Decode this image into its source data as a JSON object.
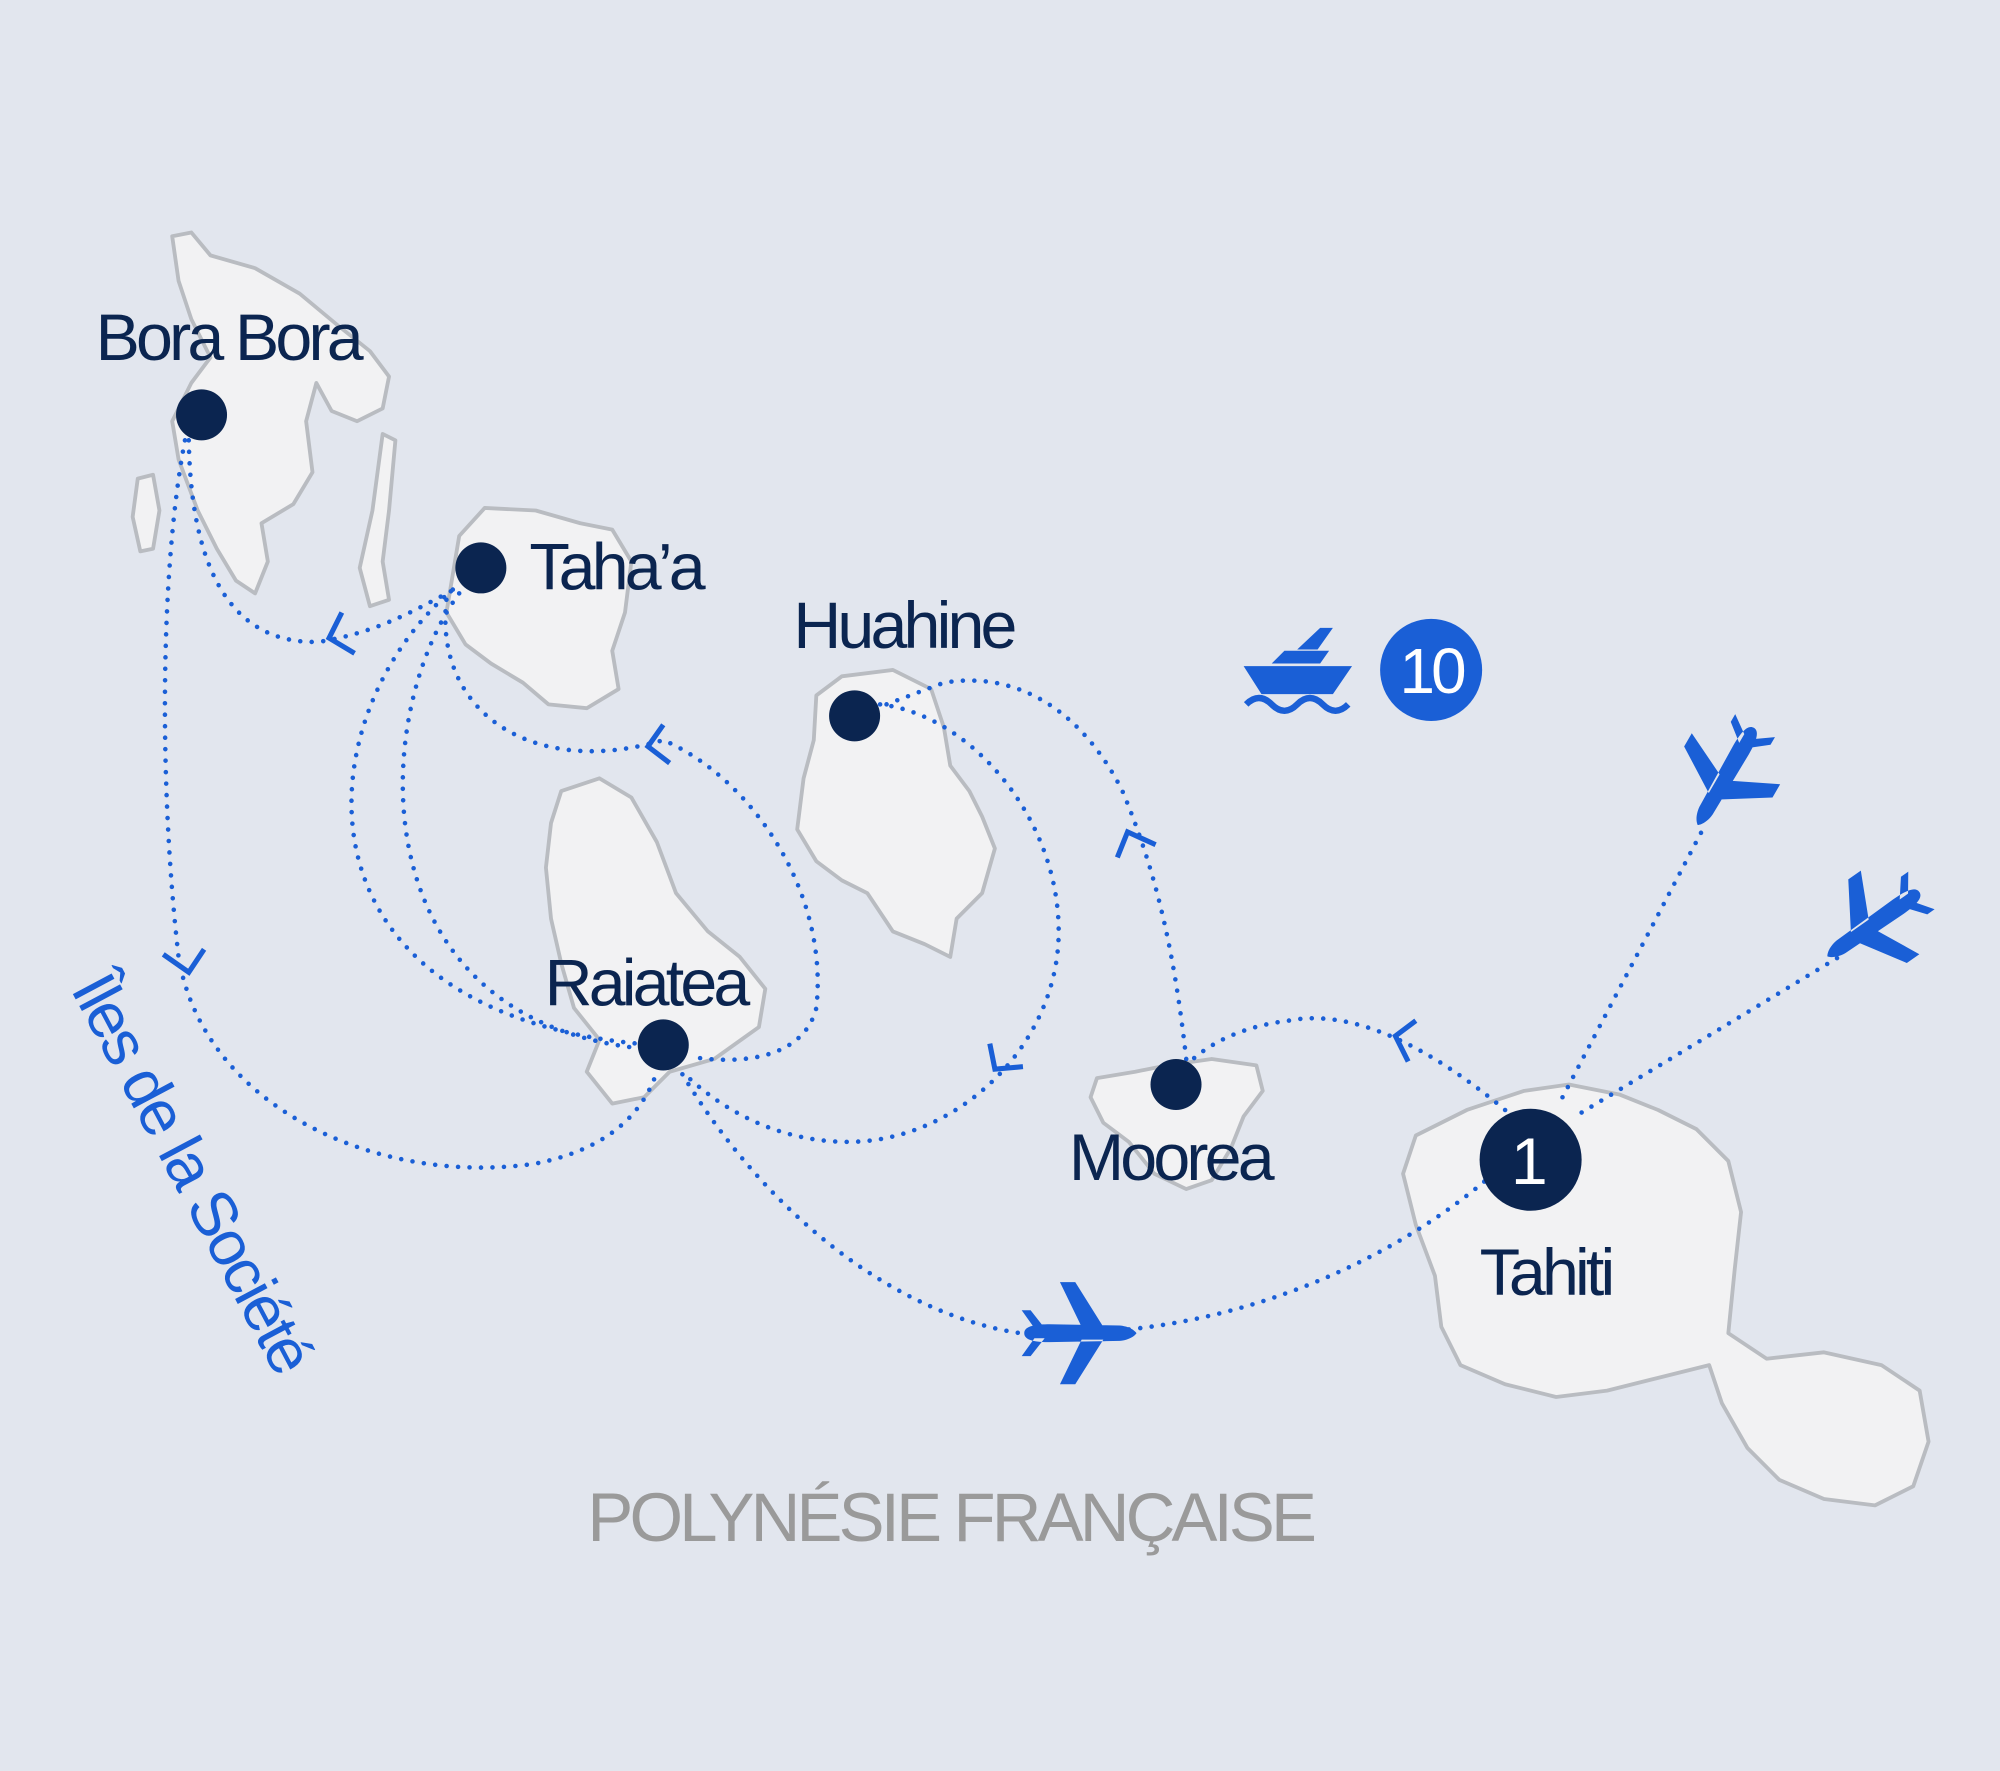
{
  "map": {
    "region_label": "POLYNÉSIE FRANÇAISE",
    "archipelago_label": "Îles de la Société",
    "islands": [
      {
        "name": "Bora Bora"
      },
      {
        "name": "Taha’a"
      },
      {
        "name": "Huahine"
      },
      {
        "name": "Raiatea"
      },
      {
        "name": "Moorea"
      },
      {
        "name": "Tahiti"
      }
    ],
    "start_badge": "1",
    "cruise_nights_badge": "10",
    "icons": [
      "ship-icon",
      "airplane-icon"
    ],
    "colors": {
      "background": "#e2e6ee",
      "route": "#1a5fd6",
      "marker": "#0b2550",
      "region_label": "#9a9a9a",
      "island_fill": "#f2f2f3"
    }
  }
}
